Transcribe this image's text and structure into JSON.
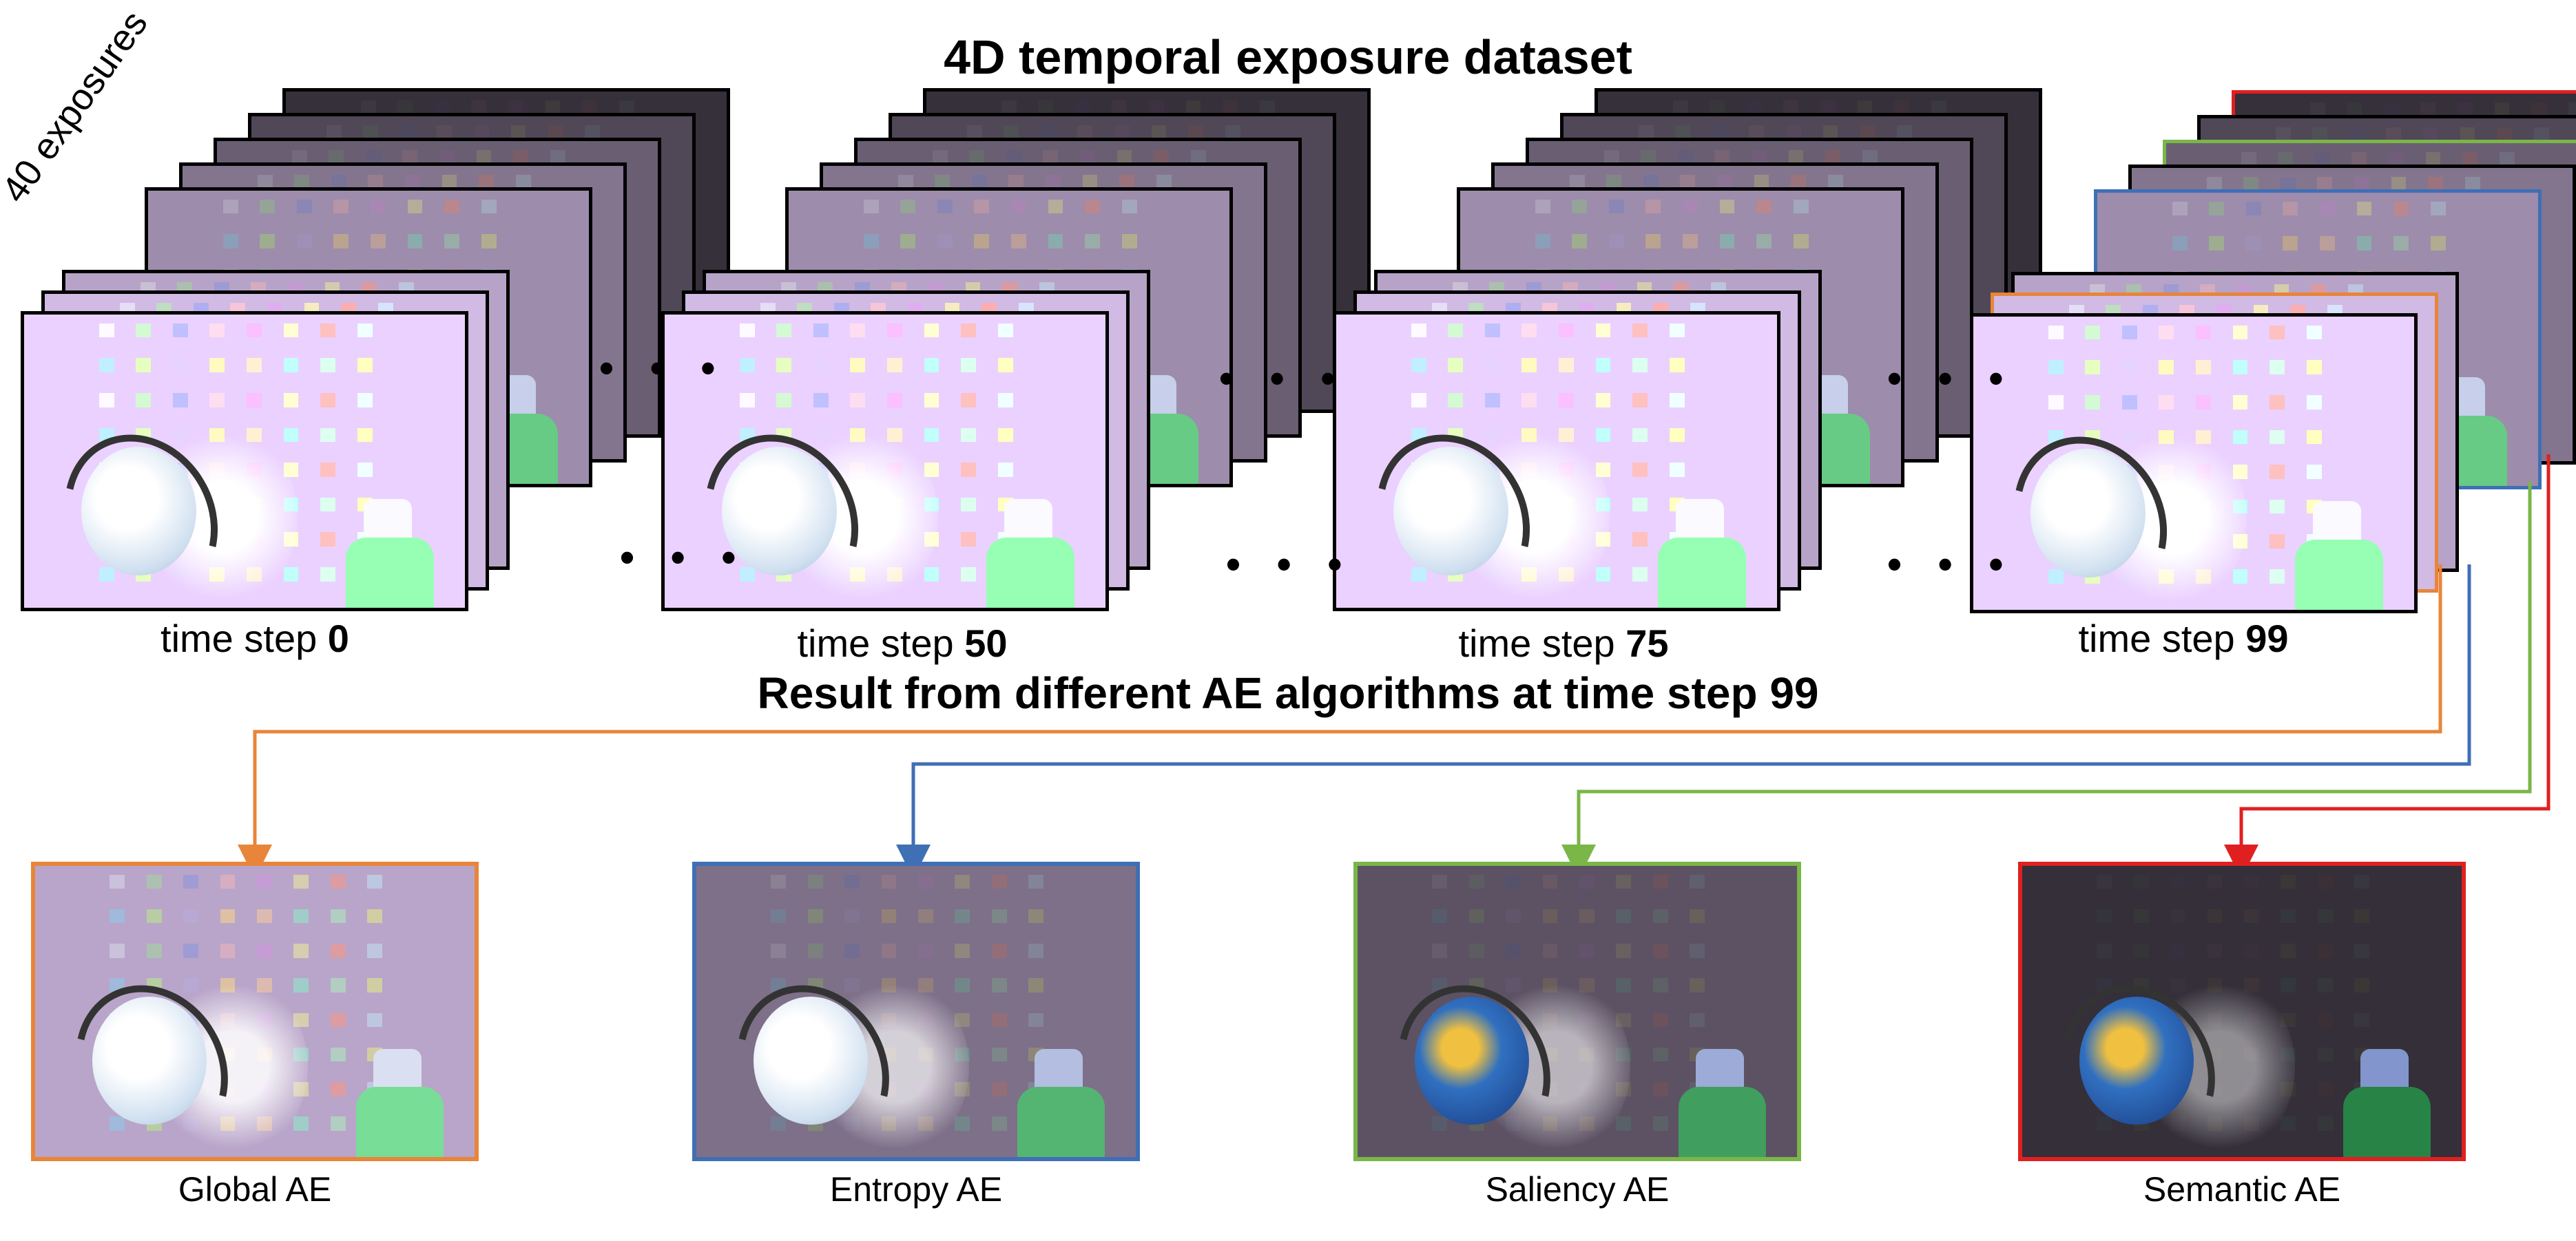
{
  "title": "4D temporal exposure dataset",
  "exposure_label": "40 exposures",
  "subtitle": "Result from different AE algorithms at time step 99",
  "time_steps": [
    {
      "prefix": "time step ",
      "value": "0"
    },
    {
      "prefix": "time step ",
      "value": "50"
    },
    {
      "prefix": "time step ",
      "value": "75"
    },
    {
      "prefix": "time step ",
      "value": "99"
    }
  ],
  "algorithms": [
    {
      "label": "Global AE",
      "color": "#e8853a"
    },
    {
      "label": "Entropy AE",
      "color": "#3f6fb5"
    },
    {
      "label": "Saliency AE",
      "color": "#7ab648"
    },
    {
      "label": "Semantic AE",
      "color": "#e02020"
    }
  ],
  "ellipsis": "• • •"
}
